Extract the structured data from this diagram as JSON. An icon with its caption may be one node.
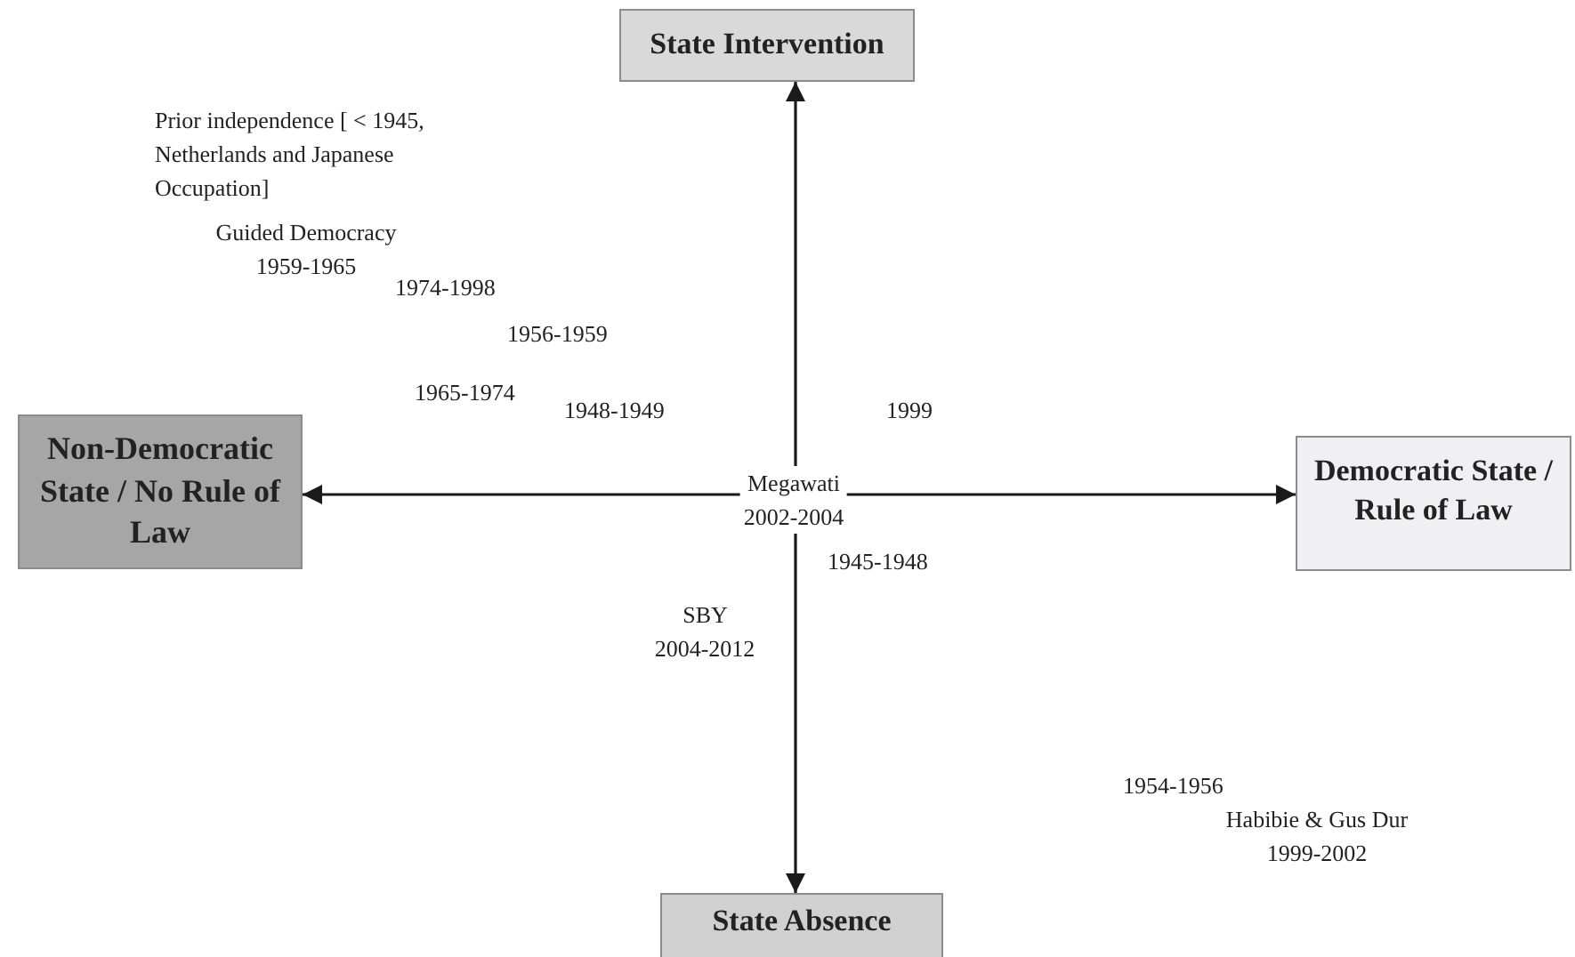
{
  "diagram": {
    "nodes": [
      {
        "text": [
          "State Intervention"
        ]
      },
      {
        "text": [
          "Non-Democratic State / No Rule of Law"
        ]
      },
      {
        "text": [
          "Democratic State / Rule of Law"
        ]
      },
      {
        "text": [
          "State Absence"
        ]
      }
    ],
    "edges": [
      {
        "from": 3,
        "to": 0,
        "arrow": "both"
      },
      {
        "from": 1,
        "to": 2,
        "arrow": "both"
      }
    ],
    "labels": [
      "Prior independence [ < 1945, Netherlands and Japanese Occupation]",
      "Guided Democracy 1959-1965",
      "1974-1998",
      "1956-1959",
      "1965-1974",
      "1948-1949",
      "1999",
      "Megawati 2002-2004",
      "1945-1948",
      "SBY 2004-2012",
      "1954-1956",
      "Habibie & Gus Dur 1999-2002"
    ]
  }
}
